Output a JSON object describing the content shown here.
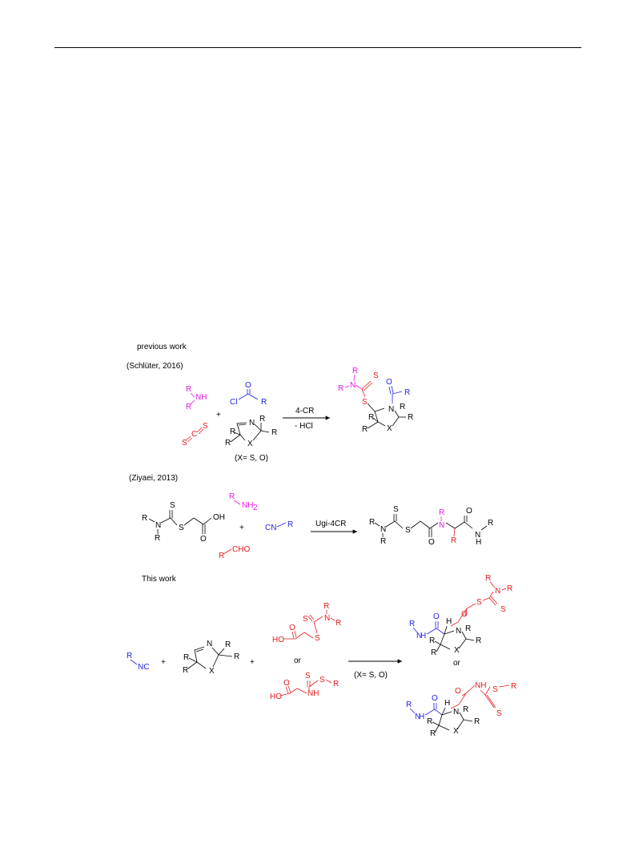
{
  "headings": {
    "previous": "previous work",
    "schluter": "(Schlüter, 2016)",
    "ziyaei": "(Ziyaei, 2013)",
    "this_work": "This work"
  },
  "reaction1": {
    "arrow_top": "4-CR",
    "arrow_bottom": "- HCl",
    "note": "(X= S, O)",
    "plus": "+"
  },
  "reaction2": {
    "arrow_top": "Ugi-4CR",
    "plus": "+"
  },
  "reaction3": {
    "arrow_bottom": "(X= S, O)",
    "or": "or",
    "plus": "+"
  },
  "atoms": {
    "R": "R",
    "NH": "NH",
    "N": "N",
    "S": "S",
    "O": "O",
    "C": "C",
    "Cl": "Cl",
    "X": "X",
    "H": "H",
    "OH": "OH",
    "HO": "HO",
    "CN": "CN",
    "NC": "NC",
    "CHO": "CHO",
    "NH2": "NH",
    "sub2": "2"
  },
  "colors": {
    "magenta": "#e619e6",
    "blue": "#1f1fe6",
    "red": "#e6191e",
    "black": "#000000"
  }
}
